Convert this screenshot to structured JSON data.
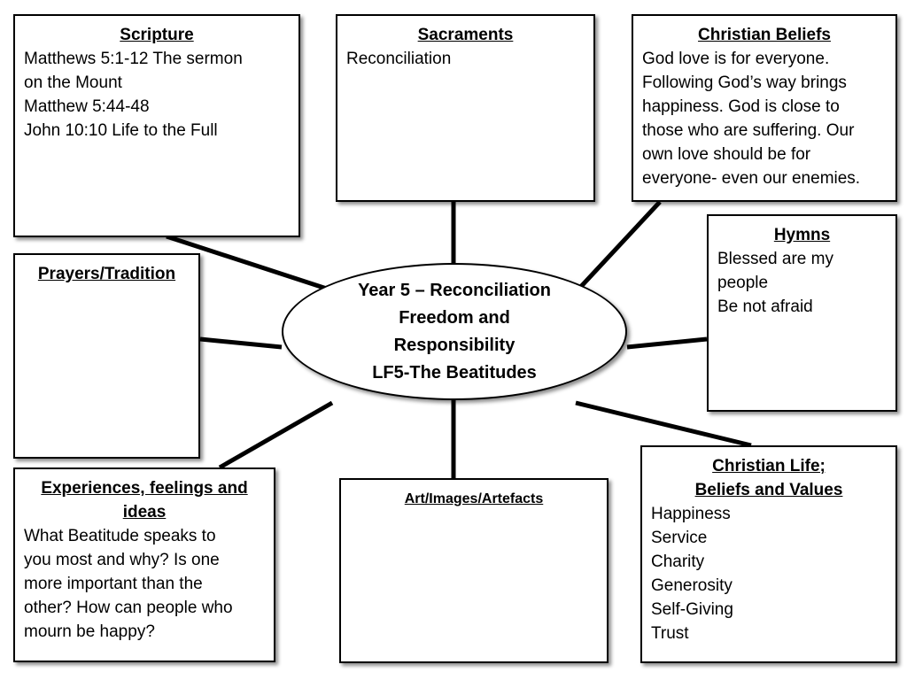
{
  "center": {
    "lines": [
      "Year 5 – Reconciliation",
      "Freedom and",
      "Responsibility",
      "LF5-The Beatitudes"
    ]
  },
  "boxes": {
    "scripture": {
      "title": "Scripture",
      "lines": [
        "Matthews 5:1-12 The sermon",
        "on the Mount",
        "Matthew 5:44-48",
        "John 10:10 Life to the Full"
      ]
    },
    "sacraments": {
      "title": "Sacraments",
      "lines": [
        "Reconciliation"
      ]
    },
    "christian_beliefs": {
      "title": "Christian Beliefs",
      "lines": [
        "God love is for everyone.",
        "Following God’s way brings",
        "happiness. God is close to",
        "those who are suffering. Our",
        "own love should be for",
        "everyone- even our enemies."
      ]
    },
    "prayers": {
      "title": "Prayers/Tradition"
    },
    "hymns": {
      "title": "Hymns",
      "lines": [
        "Blessed are my",
        "people",
        "Be not afraid"
      ]
    },
    "experiences": {
      "title_lines": [
        "Experiences, feelings and",
        "ideas"
      ],
      "lines": [
        "What Beatitude speaks to",
        "you most and why? Is one",
        "more important than the",
        "other? How can people who",
        "mourn be happy?"
      ]
    },
    "art": {
      "title": "Art/Images/Artefacts"
    },
    "christian_life": {
      "title_lines": [
        "Christian Life;",
        "Beliefs and Values"
      ],
      "lines": [
        "Happiness",
        "Service",
        "Charity",
        "Generosity",
        "Self-Giving",
        "Trust"
      ]
    }
  }
}
